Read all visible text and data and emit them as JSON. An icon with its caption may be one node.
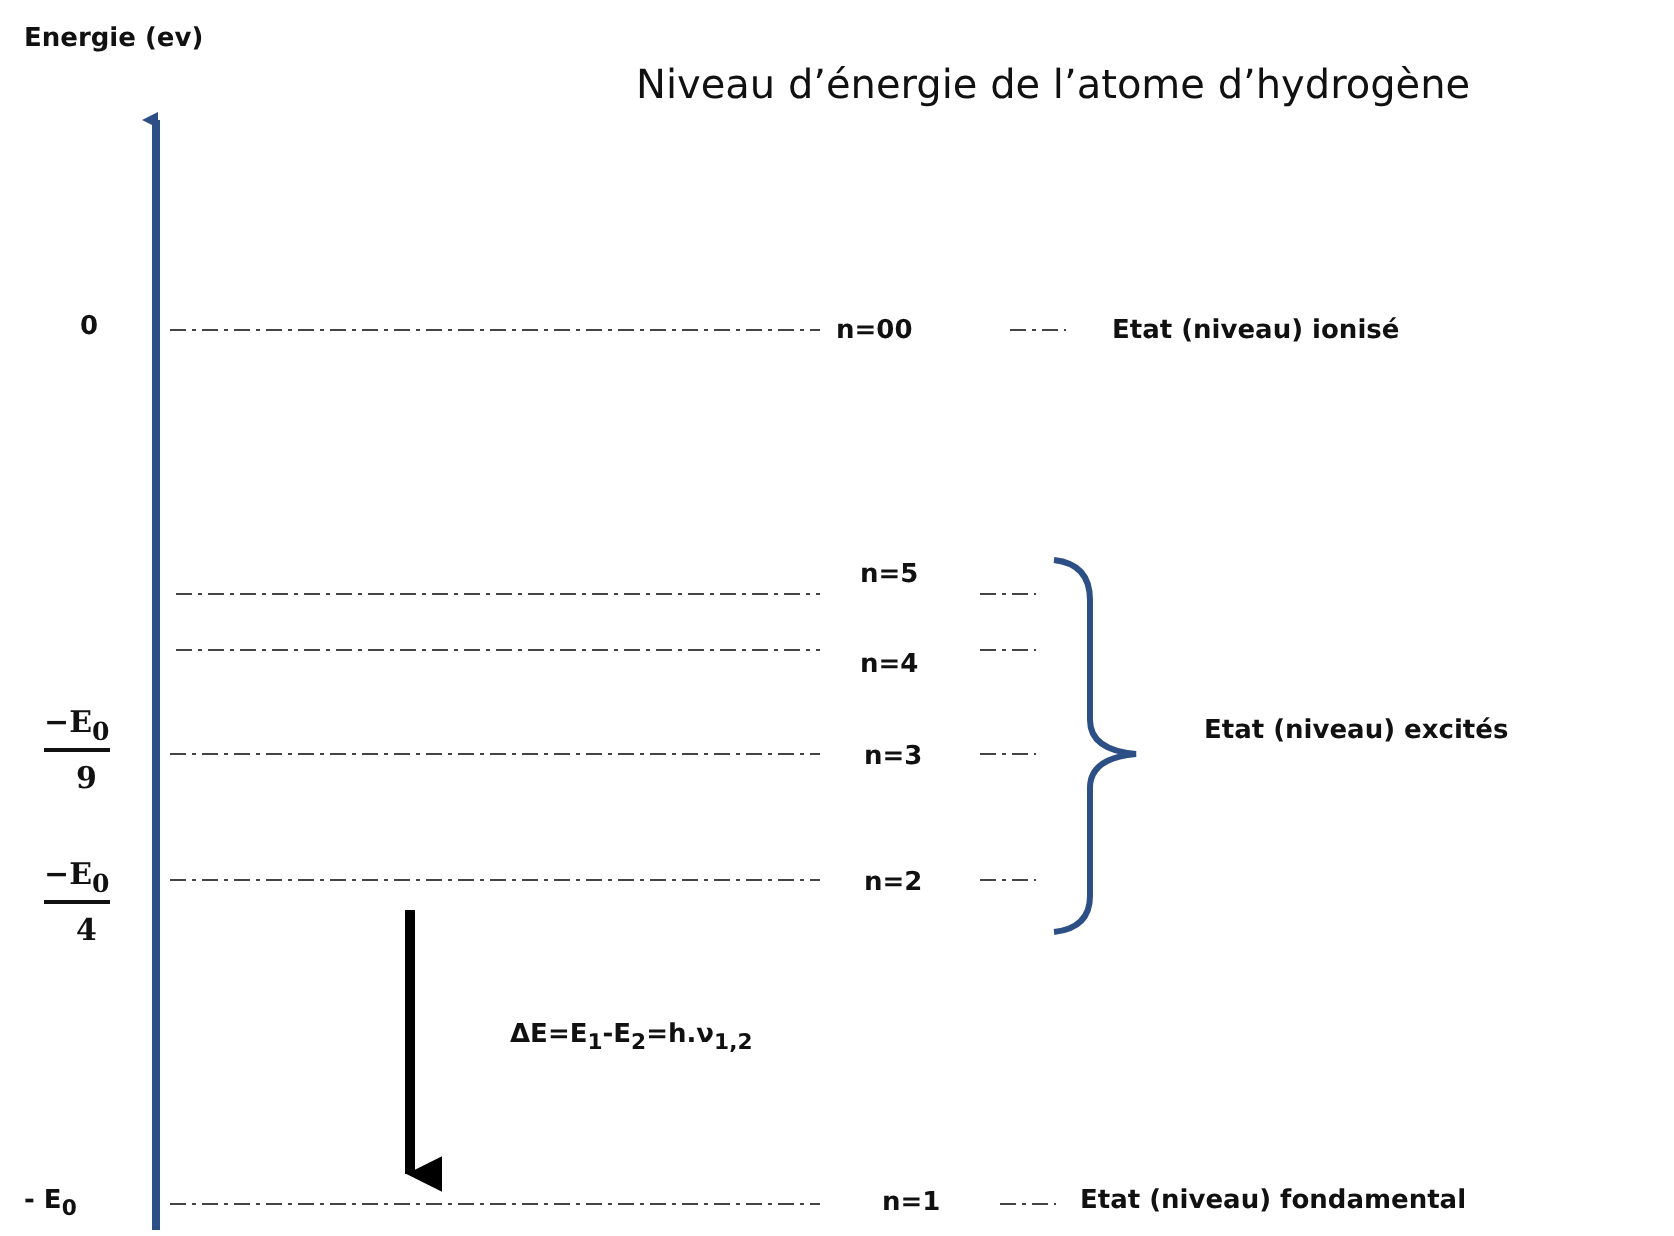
{
  "diagram": {
    "title": "Niveau d’énergie de l’atome d’hydrogène",
    "labels": [
      "Energie (ev)",
      "0",
      "n=00",
      "Etat (niveau) ionisé",
      "n=5",
      "n=4",
      "−E$_{0}$",
      "9",
      "n=3",
      "Etat (niveau) excités",
      "n=2",
      "−E$_{0}$",
      "4",
      "ΔE=E$_{1}$-E$_{2}$=h.ν$_{1,2}$",
      "- E$_{0}$",
      "n=1",
      "Etat (niveau) fondamental"
    ]
  }
}
